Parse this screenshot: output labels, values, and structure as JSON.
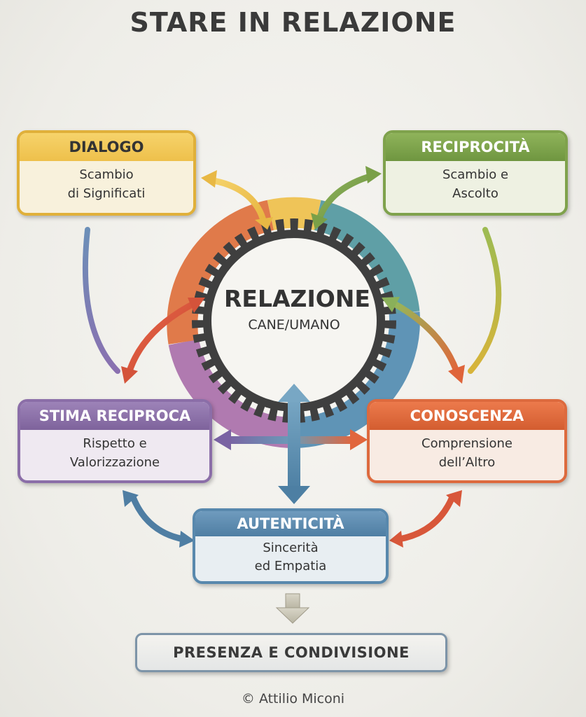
{
  "title": "STARE IN RELAZIONE",
  "center": {
    "title": "RELAZIONE",
    "subtitle": "CANE/UMANO"
  },
  "nodes": {
    "dialogo": {
      "header": "DIALOGO",
      "lines": [
        "Scambio",
        "di Significati"
      ],
      "color": "#eec04b"
    },
    "reciprocita": {
      "header": "RECIPROCITÀ",
      "lines": [
        "Scambio e",
        "Ascolto"
      ],
      "color": "#7fa24c"
    },
    "stima": {
      "header": "STIMA RECIPROCA",
      "lines": [
        "Rispetto e",
        "Valorizzazione"
      ],
      "color": "#8b6ea8"
    },
    "conoscenza": {
      "header": "CONOSCENZA",
      "lines": [
        "Comprensione",
        "dell’Altro"
      ],
      "color": "#dd6a3e"
    },
    "autenticita": {
      "header": "AUTENTICITÀ",
      "lines": [
        "Sincerità",
        "ed Empatia"
      ],
      "color": "#5888ad"
    }
  },
  "bottom": "PRESENZA E CONDIVISIONE",
  "footer": "© Attilio Miconi"
}
